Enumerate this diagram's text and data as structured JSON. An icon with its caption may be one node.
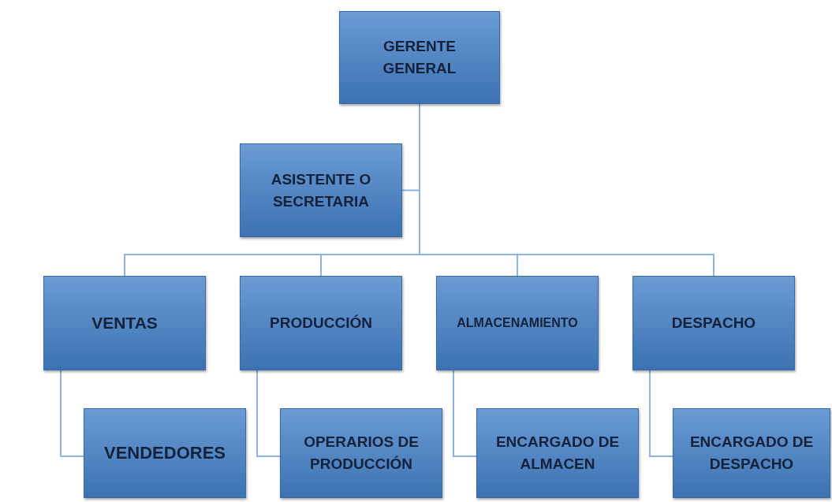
{
  "diagram": {
    "nodes": [
      {
        "text": [
          "GERENTE GENERAL"
        ]
      },
      {
        "text": [
          "ASISTENTE O SECRETARIA"
        ]
      },
      {
        "text": [
          "VENTAS"
        ]
      },
      {
        "text": [
          "PRODUCCIÓN"
        ]
      },
      {
        "text": [
          "ALMACENAMIENTO"
        ]
      },
      {
        "text": [
          "DESPACHO"
        ]
      },
      {
        "text": [
          "VENDEDORES"
        ]
      },
      {
        "text": [
          "OPERARIOS DE PRODUCCIÓN"
        ]
      },
      {
        "text": [
          "ENCARGADO DE ALMACEN"
        ]
      },
      {
        "text": [
          "ENCARGADO DE DESPACHO"
        ]
      }
    ],
    "edges": [
      {
        "from": 0,
        "to": 1,
        "arrow": "none"
      },
      {
        "from": 0,
        "to": 2,
        "arrow": "none"
      },
      {
        "from": 0,
        "to": 3,
        "arrow": "none"
      },
      {
        "from": 0,
        "to": 4,
        "arrow": "none"
      },
      {
        "from": 0,
        "to": 5,
        "arrow": "none"
      },
      {
        "from": 2,
        "to": 6,
        "arrow": "none"
      },
      {
        "from": 3,
        "to": 7,
        "arrow": "none"
      },
      {
        "from": 4,
        "to": 8,
        "arrow": "none"
      },
      {
        "from": 5,
        "to": 9,
        "arrow": "none"
      }
    ]
  }
}
